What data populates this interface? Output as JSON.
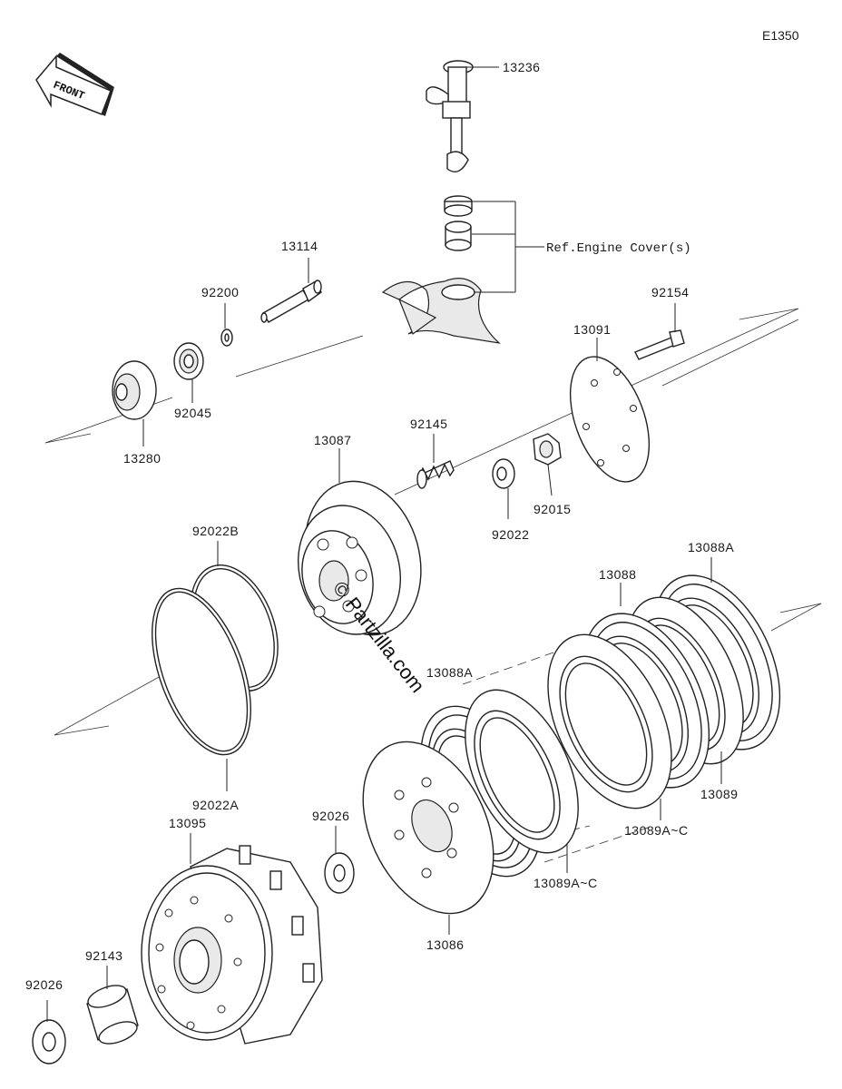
{
  "diagram": {
    "code": "E1350",
    "front_label": "FRONT",
    "reference_label": "Ref.Engine Cover(s)",
    "watermark": "© Partzilla.com",
    "parts": [
      {
        "id": "p13236",
        "label": "13236"
      },
      {
        "id": "p13114",
        "label": "13114"
      },
      {
        "id": "p92200",
        "label": "92200"
      },
      {
        "id": "p92154",
        "label": "92154"
      },
      {
        "id": "p13091",
        "label": "13091"
      },
      {
        "id": "p92045",
        "label": "92045"
      },
      {
        "id": "p13280",
        "label": "13280"
      },
      {
        "id": "p92145",
        "label": "92145"
      },
      {
        "id": "p13087",
        "label": "13087"
      },
      {
        "id": "p92022",
        "label": "92022"
      },
      {
        "id": "p92015",
        "label": "92015"
      },
      {
        "id": "p92022B",
        "label": "92022B"
      },
      {
        "id": "p13088A_top",
        "label": "13088A"
      },
      {
        "id": "p13088",
        "label": "13088"
      },
      {
        "id": "p13088A_mid",
        "label": "13088A"
      },
      {
        "id": "p92022A",
        "label": "92022A"
      },
      {
        "id": "p13089",
        "label": "13089"
      },
      {
        "id": "p13089AC_right",
        "label": "13089A~C"
      },
      {
        "id": "p92026_mid",
        "label": "92026"
      },
      {
        "id": "p13095",
        "label": "13095"
      },
      {
        "id": "p13089AC_mid",
        "label": "13089A~C"
      },
      {
        "id": "p13086",
        "label": "13086"
      },
      {
        "id": "p92143",
        "label": "92143"
      },
      {
        "id": "p92026_low",
        "label": "92026"
      }
    ]
  }
}
